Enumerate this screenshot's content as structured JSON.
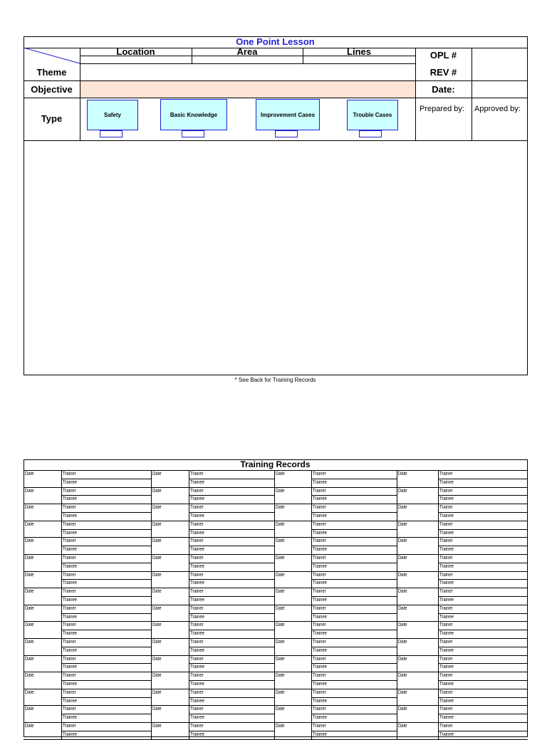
{
  "opl": {
    "title": "One Point Lesson",
    "columns": {
      "location": "Location",
      "area": "Area",
      "lines": "Lines"
    },
    "labels": {
      "theme": "Theme",
      "objective": "Objective",
      "type": "Type",
      "opl_no": "OPL #",
      "rev_no": "REV #",
      "date": "Date:",
      "prepared_by": "Prepared by:",
      "approved_by": "Approved by:"
    },
    "types": [
      "Safety",
      "Basic Knowledge",
      "Improvement Cases",
      "Trouble Cases"
    ],
    "footnote": "* See Back for Training Records",
    "colors": {
      "title": "#1f1fcf",
      "objective_fill": "#fce4d6",
      "type_fill": "#ccffff",
      "border": "#1f1fcf"
    }
  },
  "training": {
    "title": "Training Records",
    "date_label": "Date",
    "trainer_label": "Trainer",
    "trainee_label": "Trainee"
  }
}
